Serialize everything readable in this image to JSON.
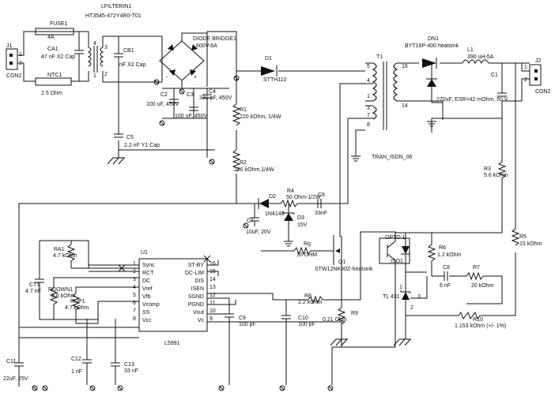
{
  "title": {
    "lfilter": "LFILTERIN1",
    "lfilter_part": "HT3545-472Y4R0-T01"
  },
  "connectors": {
    "j1": "J1",
    "j1_pin1": "1",
    "j1_pin2": "2",
    "j1_name": "CON2",
    "j2": "J2",
    "j2_pin1": "1",
    "j2_pin2": "2",
    "j2_name": "CON2"
  },
  "input": {
    "fuse": "FUSE1",
    "fuse_val": "4A",
    "ntc": "NTC1",
    "ntc_val": "2.5 Ohm",
    "ca1": "CA1",
    "ca1_val": "47 nF X2 Cap",
    "cb1": "CB1",
    "cb1_val": "nF X2 Cap",
    "bridge": "DIODE BRIDGE1",
    "bridge_val": "600V-6A",
    "c2": "C2",
    "c2_val": "100 uF, 450V",
    "c3": "C3",
    "c3_val": "100 uF, 450V",
    "c4": "C4",
    "c4_val": "330 pF, 450V",
    "c5": "C5",
    "c5_val": "2.2 nF Y1 Cap",
    "r1": "R1",
    "r1_val": "220 kOhm, 1/4W",
    "r2": "R2",
    "r2_val": "220 kOhm,1/4W"
  },
  "primary": {
    "d1": "D1",
    "d1_val": "STTH110",
    "t1": "T1",
    "t1_name": "TRAN_ISDN_06",
    "p5": "5",
    "p4": "4",
    "p1": "1",
    "p3": "3",
    "p7": "7",
    "p8": "8",
    "p16": "16",
    "p14": "14",
    "d2": "D2",
    "d2_val": "1N4148",
    "r4": "R4",
    "r4_val": "50 Ohm-1/2W",
    "c6": "C6",
    "c6_val": "33nF",
    "d3": "D3",
    "d3_val": "15V",
    "c7": "C7",
    "c7_val": "10uF, 20V",
    "rg": "Rg",
    "rg_val": "10 OHM",
    "q1": "Q1",
    "q1_val": "STW12NK90Z-heatsink"
  },
  "secondary": {
    "dn1": "DN1",
    "dn1_val": "BYT16P-400 heatsink",
    "l1": "L1",
    "l1_val": "390 uH-5A",
    "c1": "C1",
    "c1_val": "270uF, ESR=42 mOhm, 50 V",
    "r3": "R3",
    "r3_val": "5.6 kOhm",
    "r5": "R5",
    "r5_val": "15 kOhm",
    "opto": "OPTO 1",
    "iso": "ISO1",
    "r6": "R6",
    "r6_val": "1.2 kOhm",
    "c8": "C8",
    "c8_val": "6 nF",
    "r7": "R7",
    "r7_val": "20 kOhm",
    "tl": "TL 431",
    "tl_p1": "1",
    "tl_p2": "2",
    "tl_p3": "3",
    "r10": "R10",
    "r10_val": "1.153 kOhm (+/- 1%)"
  },
  "controller": {
    "u1": "U1",
    "part": "L5991",
    "pins_left": [
      "Sync",
      "RCT",
      "DC",
      "Vref",
      "Vfb",
      "Vcomp",
      "SS",
      "Vcc"
    ],
    "pins_right": [
      "ST-BY",
      "DC-LIM",
      "DIS",
      "ISEN",
      "SGND",
      "PGND",
      "Vout",
      "Vc"
    ],
    "nums_left": [
      "1",
      "2",
      "3",
      "4",
      "5",
      "6",
      "7",
      "8"
    ],
    "nums_right": [
      "16",
      "15",
      "14",
      "13",
      "12",
      "11",
      "10",
      "9"
    ],
    "ra1": "RA1",
    "ra1_val": "4.7 kOhm",
    "ct1": "CT1",
    "ct1_val": "4.7 nF",
    "rdown": "RDOWN1",
    "rdown_val": "3.6 kOhm",
    "rup": "RUP1",
    "rup_val": "4.7 kOhm",
    "c11": "C11",
    "c11_val": "22uF, 25V",
    "c12": "C12",
    "c12_val": "1 nF",
    "c13": "C13",
    "c13_val": "33 nF",
    "c9": "C9",
    "c9_val": "100 pF",
    "c10": "C10",
    "c10_val": "100 pF",
    "r8": "R8",
    "r8_val": "2.2 kOhm",
    "r9": "R9",
    "r9_val": "0.21 Ohm"
  }
}
